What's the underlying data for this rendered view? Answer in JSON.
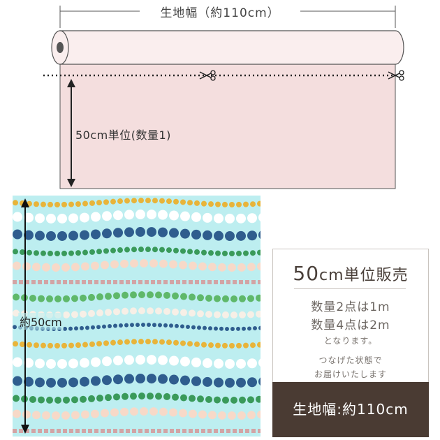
{
  "diagram": {
    "width_label": "生地幅（約110cm）",
    "unit_label": "50cm単位(数量1)"
  },
  "photo": {
    "length_label": "約50cm"
  },
  "info_box": {
    "title_number": "50",
    "title_rest": "cm単位販売",
    "qty_line1": "数量2点は1m",
    "qty_line2": "数量4点は2m",
    "note": "となります。",
    "delivery_line1": "つなげた状態で",
    "delivery_line2": "お届けいたします",
    "footer": "生地幅:約110cm"
  },
  "colors": {
    "roll": "#f8ecec",
    "fabric_panel": "#f4dede",
    "fabric_bg": "#bdeef0",
    "footer_bg": "#4a3b33"
  }
}
